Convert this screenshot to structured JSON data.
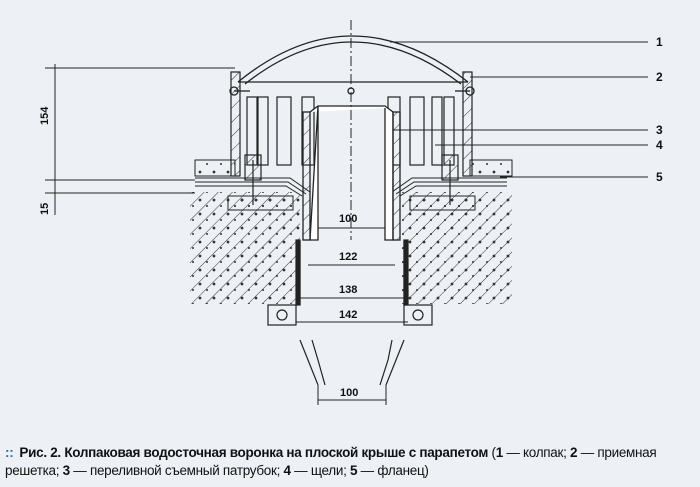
{
  "figure": {
    "callouts": [
      "1",
      "2",
      "3",
      "4",
      "5"
    ],
    "dimensions": {
      "height_total": "154",
      "height_flange": "15",
      "pipe_inner": "100",
      "d122": "122",
      "d138": "138",
      "d142": "142",
      "bottom_pipe": "100"
    }
  },
  "caption": {
    "marker": "::",
    "fig_label": "Рис. 2.",
    "title": "Колпаковая водосточная воронка на плоской крыше с парапетом",
    "items": [
      {
        "num": "1",
        "text": "колпак"
      },
      {
        "num": "2",
        "text": "приемная решетка"
      },
      {
        "num": "3",
        "text": "переливной съемный патрубок"
      },
      {
        "num": "4",
        "text": "щели"
      },
      {
        "num": "5",
        "text": "фланец"
      }
    ]
  },
  "colors": {
    "background": "#edf1f5",
    "accent": "#2c6fb0",
    "ink": "#111111"
  }
}
